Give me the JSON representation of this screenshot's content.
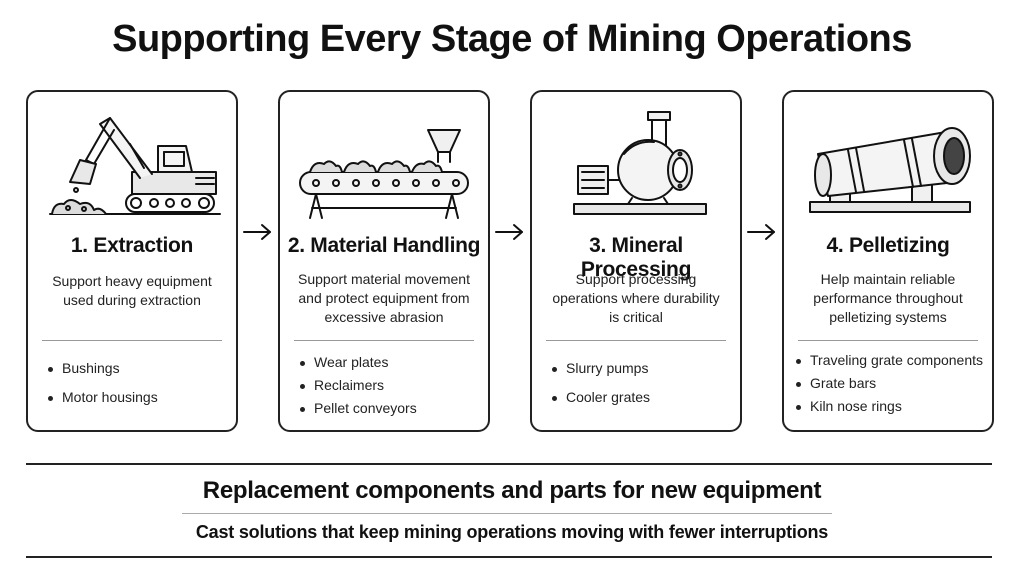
{
  "title": "Supporting Every Stage of Mining Operations",
  "stages": [
    {
      "title": "1. Extraction",
      "description": "Support heavy equipment used during extraction",
      "icon": "excavator-icon",
      "items": [
        "Bushings",
        "Motor housings"
      ]
    },
    {
      "title": "2. Material Handling",
      "description": "Support material movement and protect equipment from excessive abrasion",
      "icon": "conveyor-icon",
      "items": [
        "Wear plates",
        "Reclaimers",
        "Pellet conveyors"
      ]
    },
    {
      "title": "3. Mineral Processing",
      "description": "Support processing operations where durability is critical",
      "icon": "slurry-pump-icon",
      "items": [
        "Slurry pumps",
        "Cooler grates"
      ]
    },
    {
      "title": "4. Pelletizing",
      "description": "Help maintain reliable performance throughout pelletizing systems",
      "icon": "rotary-kiln-icon",
      "items": [
        "Traveling grate components",
        "Grate bars",
        "Kiln nose rings"
      ]
    }
  ],
  "footer": {
    "headline": "Replacement components and parts for new equipment",
    "tagline": "Cast solutions that keep mining operations moving with fewer interruptions"
  }
}
